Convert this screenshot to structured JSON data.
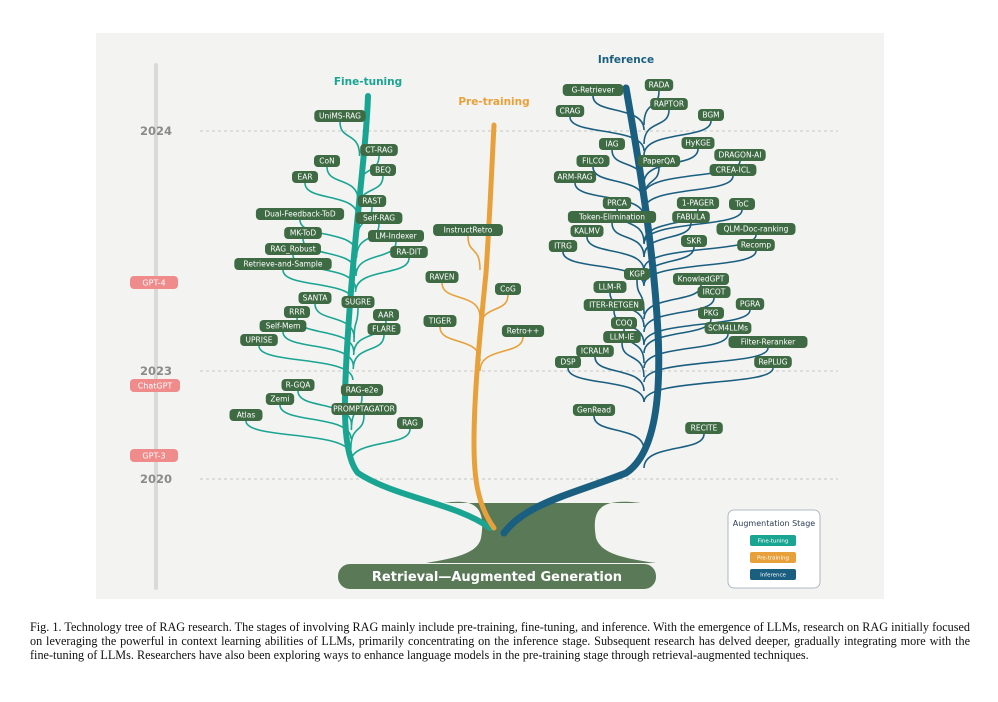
{
  "figure": {
    "root_label": "Retrieval—Augmented Generation",
    "stages": {
      "fine_tuning": "Fine-tuning",
      "pre_training": "Pre-training",
      "inference": "Inference"
    },
    "years": [
      "2024",
      "2023",
      "2020"
    ],
    "milestones": [
      "GPT-4",
      "ChatGPT",
      "GPT-3"
    ],
    "legend": {
      "title": "Augmentation Stage",
      "items": [
        "Fine-tuning",
        "Pre-training",
        "Inference"
      ]
    },
    "colors": {
      "fine_tuning": "#1aa592",
      "pre_training": "#e8a13a",
      "inference": "#1b5f80",
      "node": "#3f6b44",
      "root": "#5a7a57",
      "milestone": "#ef8b8b"
    },
    "nodes": {
      "fine_tuning": [
        "UniMS-RAG",
        "CT-RAG",
        "CoN",
        "BEQ",
        "EAR",
        "RAST",
        "Dual-Feedback-ToD",
        "Self-RAG",
        "MK-ToD",
        "LM-Indexer",
        "RAG_Robust",
        "RA-DIT",
        "Retrieve-and-Sample",
        "SANTA",
        "SUGRE",
        "RRR",
        "AAR",
        "Self-Mem",
        "FLARE",
        "UPRISE",
        "R-GQA",
        "RAG-e2e",
        "Zemi",
        "PROMPTAGATOR",
        "Atlas",
        "RAG"
      ],
      "pre_training": [
        "InstructRetro",
        "RAVEN",
        "CoG",
        "TIGER",
        "Retro++"
      ],
      "inference": [
        "G-Retriever",
        "RADA",
        "CRAG",
        "RAPTOR",
        "BGM",
        "IAG",
        "HyKGE",
        "FILCO",
        "PaperQA",
        "DRAGON-AI",
        "ARM-RAG",
        "CREA-ICL",
        "PRCA",
        "1-PAGER",
        "ToC",
        "Token-Elimination",
        "FABULA",
        "KALMV",
        "QLM-Doc-ranking",
        "SKR",
        "ITRG",
        "Recomp",
        "KGP",
        "KnowledGPT",
        "LLM-R",
        "IRCOT",
        "ITER-RETGEN",
        "PGRA",
        "COQ",
        "PKG",
        "LLM-IE",
        "SCM4LLMs",
        "ICRALM",
        "Filter-Reranker",
        "DSP",
        "RePLUG",
        "GenRead",
        "RECITE"
      ]
    }
  },
  "caption": "Fig. 1.  Technology tree of RAG research. The stages of involving RAG mainly include pre-training, fine-tuning, and inference. With the emergence of LLMs, research on RAG initially focused on leveraging the powerful in context learning abilities of LLMs, primarily concentrating on the inference stage. Subsequent research has delved deeper, gradually integrating more with the fine-tuning of LLMs. Researchers have also been exploring ways to enhance language models in the pre-training stage through retrieval-augmented techniques."
}
